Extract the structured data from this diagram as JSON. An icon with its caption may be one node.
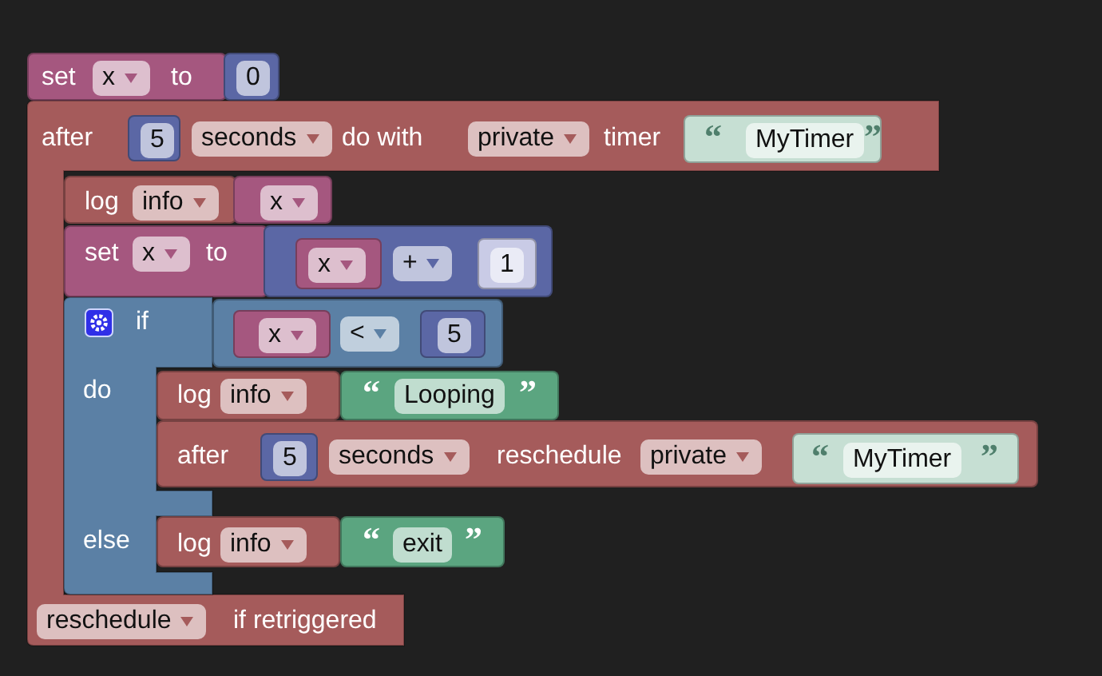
{
  "diagram": {
    "nodes": [
      {
        "text": [
          "set",
          "x",
          "to"
        ]
      },
      {
        "text": [
          "0"
        ]
      },
      {
        "text": [
          "after",
          "seconds",
          "do with",
          "private",
          "timer",
          "reschedule",
          "if retriggered"
        ]
      },
      {
        "text": [
          "5"
        ],
        "in": 2
      },
      {
        "text": [
          "“",
          "MyTimer",
          "”"
        ],
        "in": 2
      },
      {
        "text": [
          "log",
          "info"
        ],
        "in": 2
      },
      {
        "text": [
          "x"
        ],
        "in": 2
      },
      {
        "text": [
          "set",
          "x",
          "to"
        ],
        "in": 2
      },
      {
        "text": [
          "+"
        ],
        "in": 2
      },
      {
        "text": [
          "x"
        ],
        "in": 8
      },
      {
        "text": [
          "1"
        ],
        "in": 8
      },
      {
        "text": [
          "if",
          "do",
          "else"
        ],
        "in": 2
      },
      {
        "text": [
          "<"
        ],
        "in": 2
      },
      {
        "text": [
          "x"
        ],
        "in": 12
      },
      {
        "text": [
          "5"
        ],
        "in": 12
      },
      {
        "text": [
          "log",
          "info"
        ],
        "in": 2
      },
      {
        "text": [
          "“",
          "Looping",
          "”"
        ],
        "in": 2
      },
      {
        "text": [
          "after",
          "seconds",
          "reschedule",
          "private"
        ]
      },
      {
        "text": [
          "5"
        ],
        "in": 17
      },
      {
        "text": [
          "“",
          "MyTimer",
          "”"
        ],
        "in": 17
      },
      {
        "text": [
          "log",
          "info"
        ],
        "in": 2
      },
      {
        "text": [
          "“",
          "exit",
          "”"
        ],
        "in": 2
      }
    ]
  }
}
